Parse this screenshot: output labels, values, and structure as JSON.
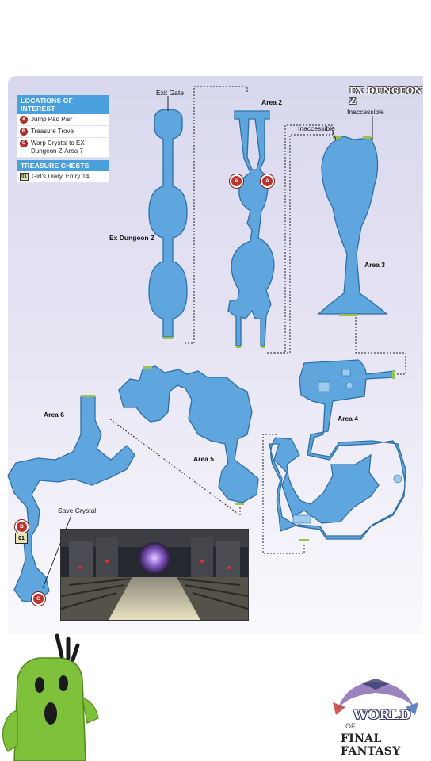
{
  "map_title": "EX DUNGEON Z",
  "legend": {
    "locations_header": "LOCATIONS OF INTEREST",
    "locations": [
      {
        "marker": "A",
        "label": "Jump Pad Pair"
      },
      {
        "marker": "B",
        "label": "Treasure Trove"
      },
      {
        "marker": "C",
        "label": "Warp Crystal to EX Dungeon Z-Area 7"
      }
    ],
    "chests_header": "TREASURE CHESTS",
    "chests": [
      {
        "marker": "01",
        "label": "Girl's Diary, Entry 14"
      }
    ]
  },
  "labels": {
    "exit_gate": "Exit Gate",
    "ex_dungeon_z": "Ex Dungeon Z",
    "area2": "Area 2",
    "area3": "Area 3",
    "area4": "Area 4",
    "area5": "Area 5",
    "area6": "Area 6",
    "inaccessible_1": "Inaccessible",
    "inaccessible_2": "Inaccessible",
    "save_crystal": "Save Crystal"
  },
  "markers": {
    "a": "A",
    "b": "B",
    "c": "C",
    "chest_01": "01"
  },
  "logo": {
    "line1": "WORLD",
    "line2": "OF",
    "line3": "FINAL FANTASY"
  },
  "colors": {
    "room_fill": "#5ea6dd",
    "room_stroke": "#2e6fa6",
    "marker_red": "#c0332c",
    "legend_header": "#4aa0dc",
    "exit_green": "#9ac24a",
    "mascot_green": "#7fc13a"
  }
}
